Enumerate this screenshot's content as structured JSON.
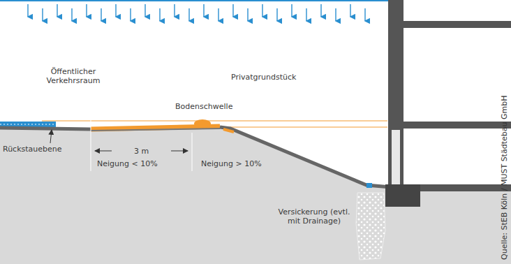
{
  "diagram": {
    "labels": [
      "Öffentlicher Verkehrsraum",
      "Privatgrundstück",
      "Bodenschwelle",
      "Rückstauebene",
      "3 m",
      "Neigung < 10%",
      "Neigung > 10%",
      "Versickerung (evtl. mit Drainage)",
      "Quelle: StEB Köln / MUST Städtebau GmbH"
    ]
  }
}
